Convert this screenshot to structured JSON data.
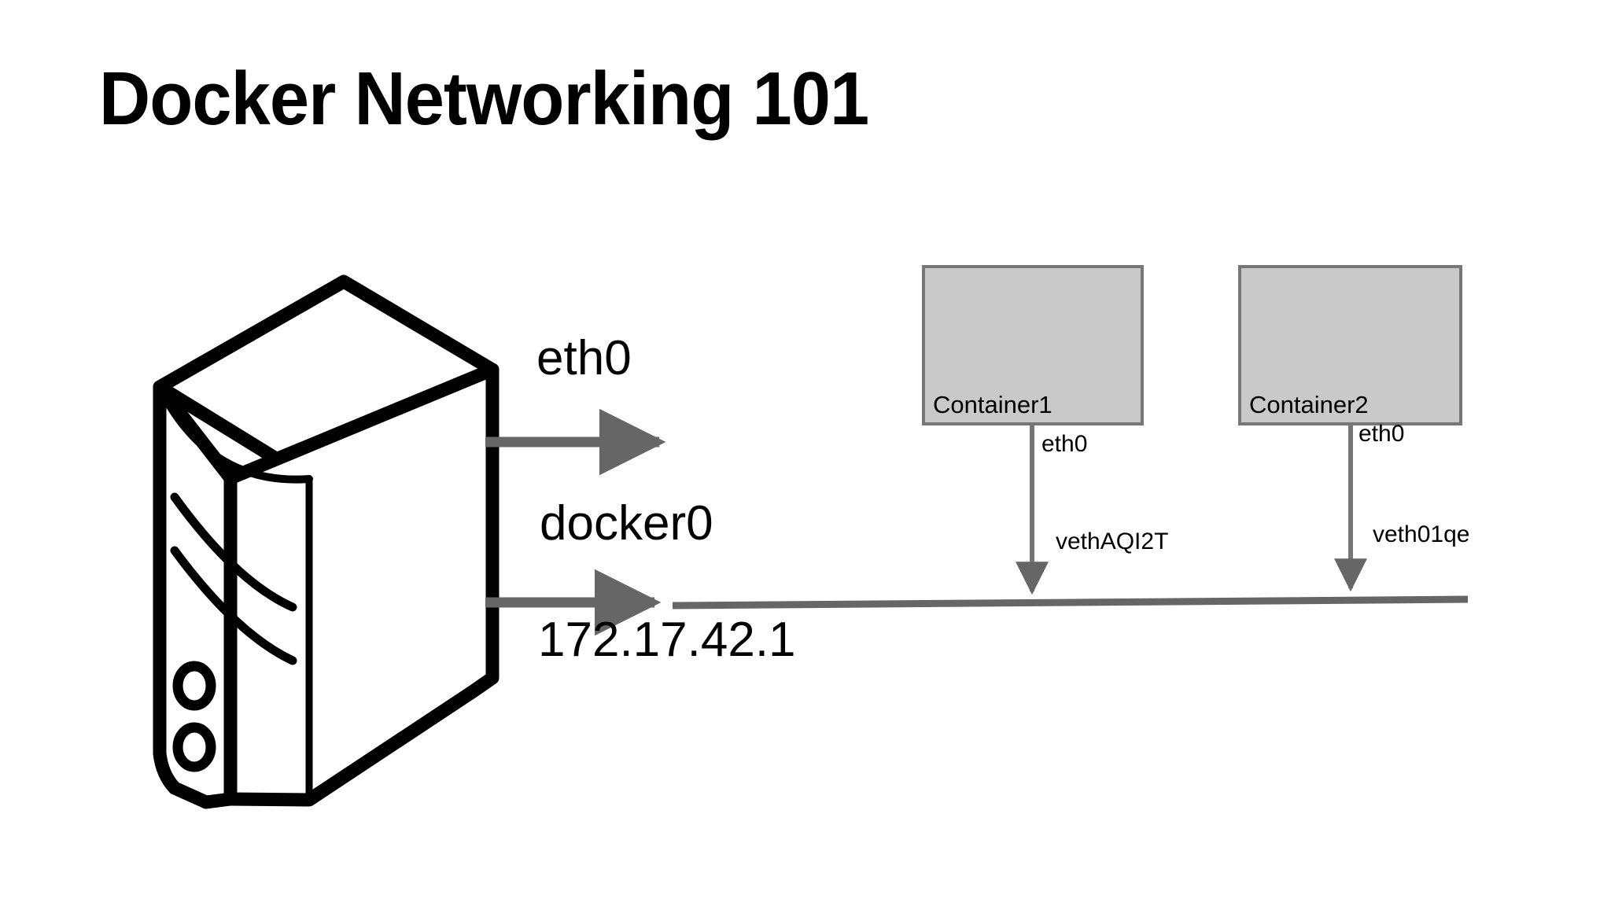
{
  "page": {
    "title": "Docker Networking 101",
    "background_color": "#ffffff"
  },
  "host": {
    "icon": "server-tower-icon",
    "interfaces": [
      {
        "name": "eth0",
        "label": "eth0",
        "address": ""
      },
      {
        "name": "docker0",
        "label": "docker0",
        "address": "172.17.42.1"
      }
    ]
  },
  "bridge": {
    "name": "docker0-bridge",
    "color": "#666666"
  },
  "containers": [
    {
      "id": "container1",
      "label": "Container1",
      "interface_label": "eth0",
      "veth_label": "vethAQI2T",
      "fill_color": "#c9c9c9",
      "border_color": "#777777"
    },
    {
      "id": "container2",
      "label": "Container2",
      "interface_label": "eth0",
      "veth_label": "veth01qe",
      "fill_color": "#c9c9c9",
      "border_color": "#777777"
    }
  ],
  "colors": {
    "line": "#666666",
    "outline": "#000000",
    "container_fill": "#c9c9c9",
    "container_stroke": "#777777"
  }
}
